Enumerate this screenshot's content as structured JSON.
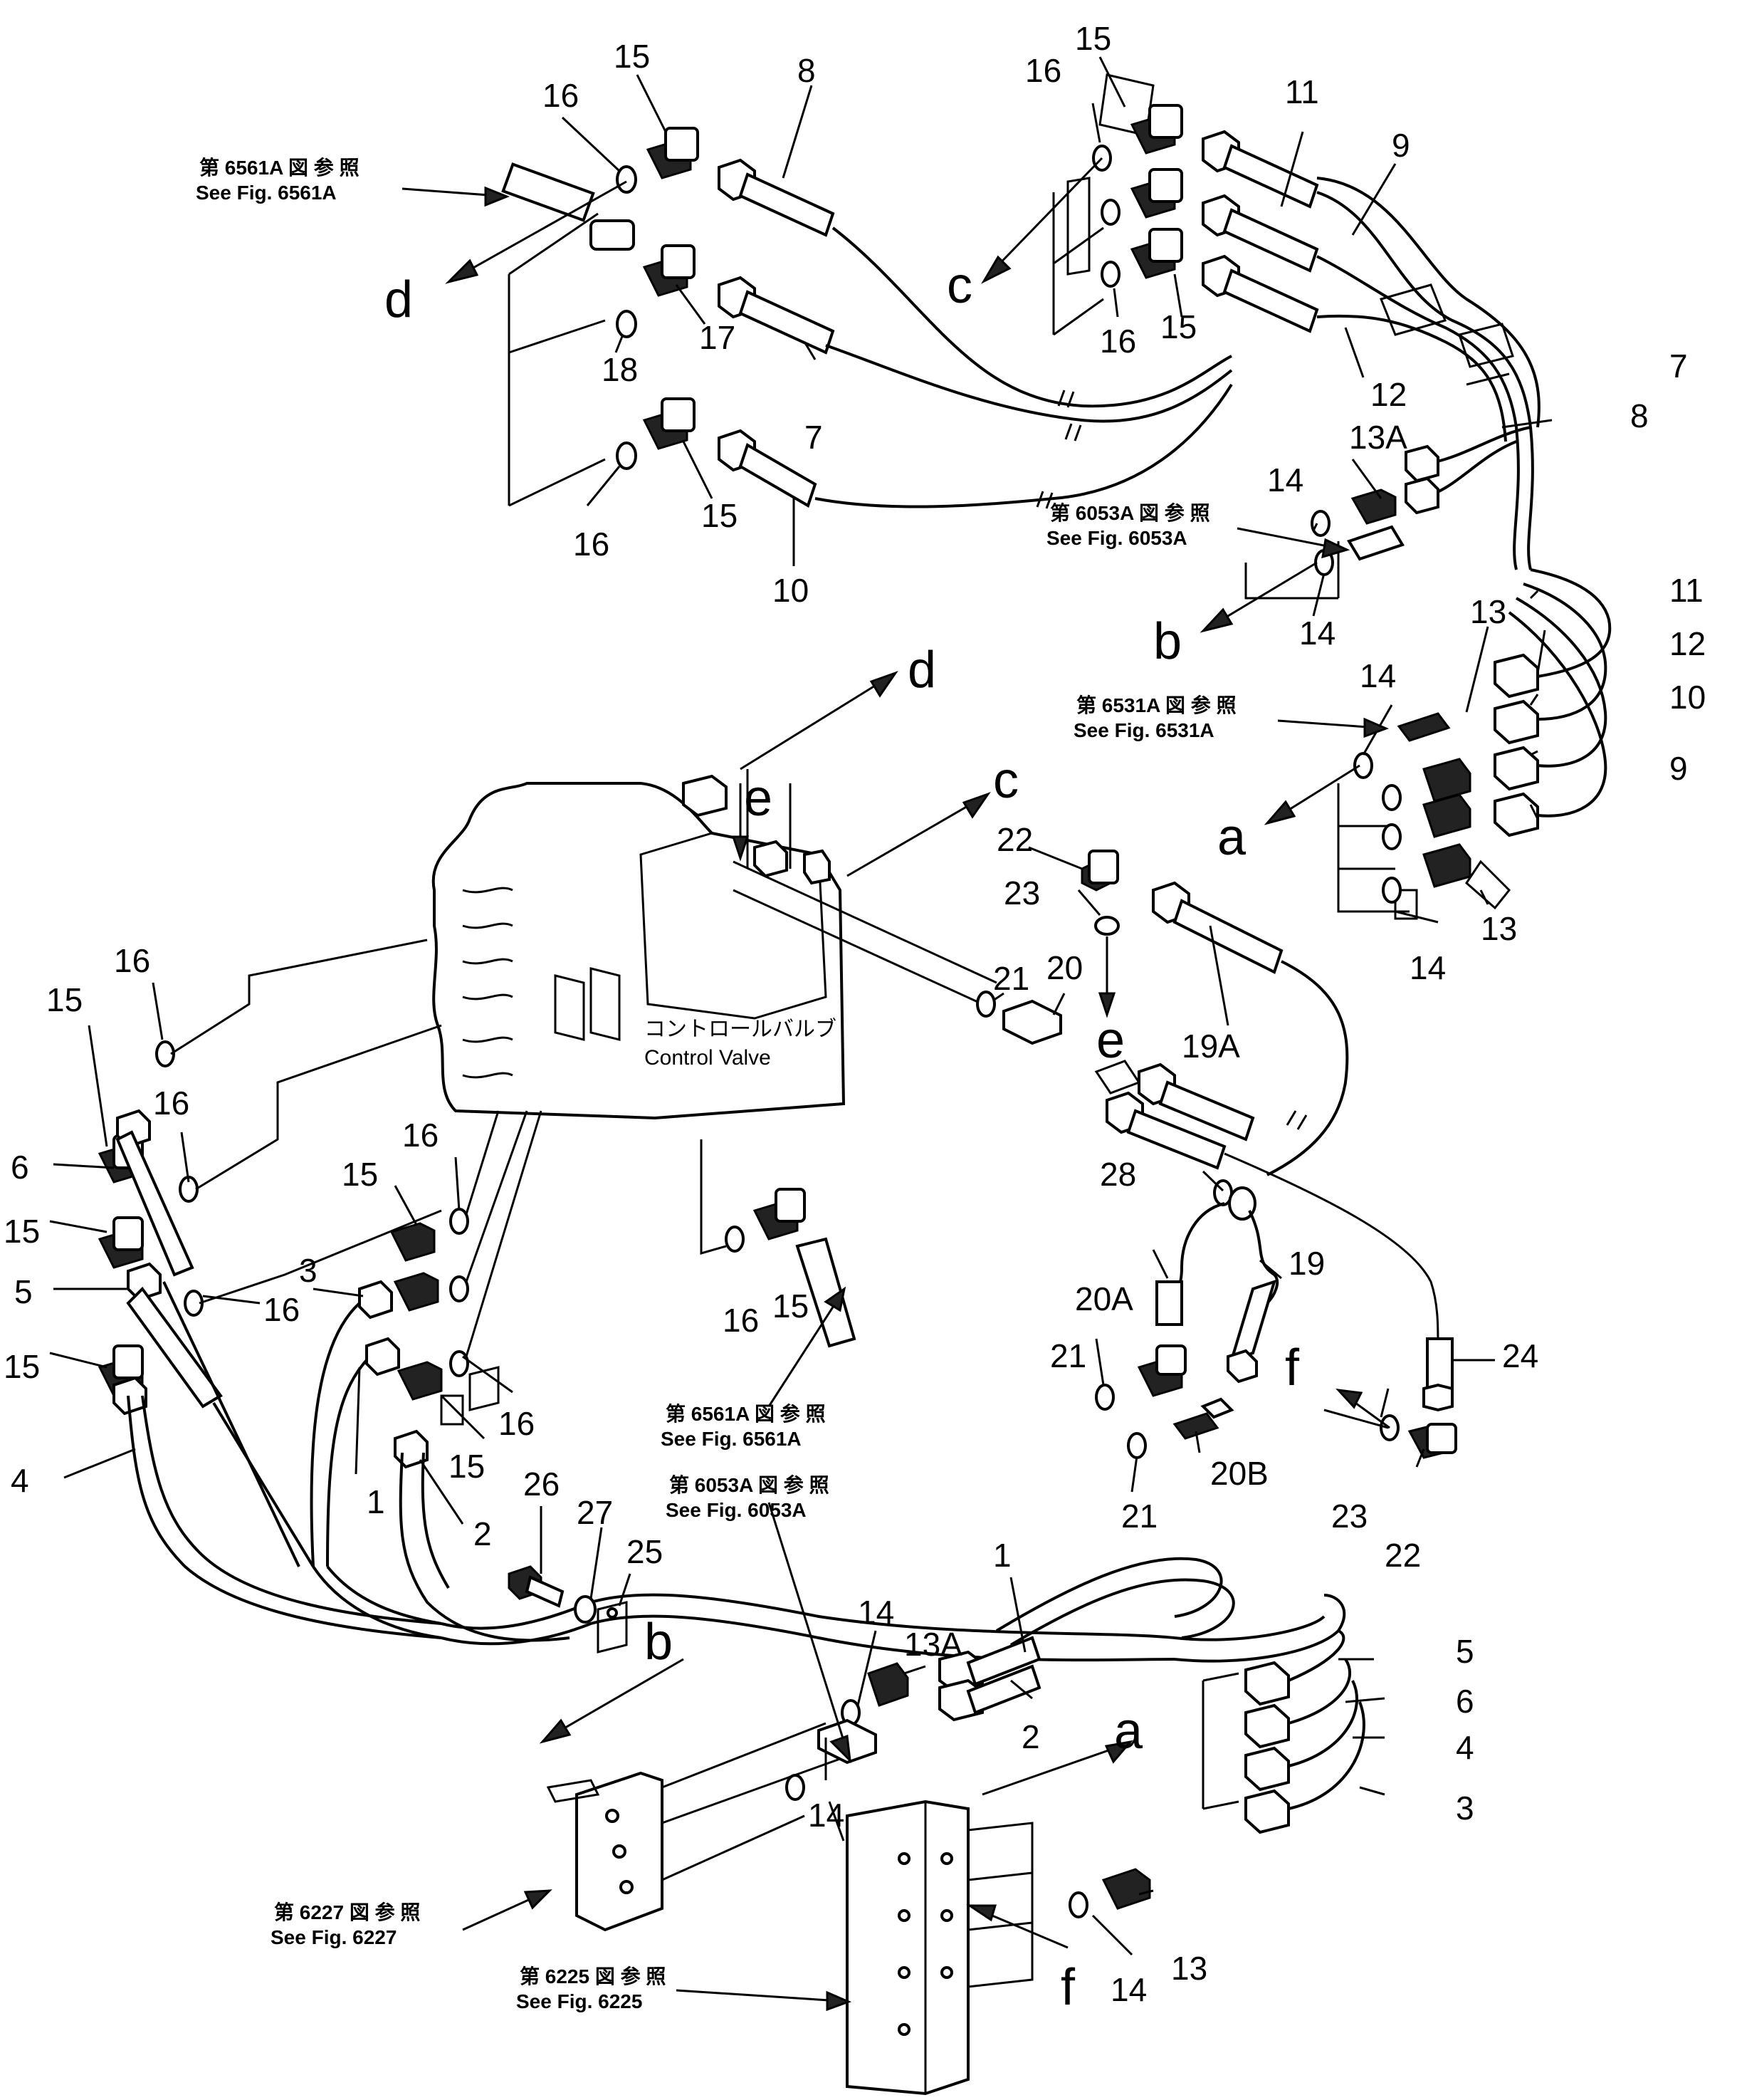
{
  "callouts": [
    {
      "t": "15"
    },
    {
      "t": "16"
    },
    {
      "t": "8"
    },
    {
      "t": "17"
    },
    {
      "t": "18"
    },
    {
      "t": "7"
    },
    {
      "t": "16"
    },
    {
      "t": "15"
    },
    {
      "t": "10"
    },
    {
      "t": "15"
    },
    {
      "t": "16"
    },
    {
      "t": "11"
    },
    {
      "t": "9"
    },
    {
      "t": "16"
    },
    {
      "t": "15"
    },
    {
      "t": "12"
    },
    {
      "t": "7"
    },
    {
      "t": "8"
    },
    {
      "t": "13A"
    },
    {
      "t": "14"
    },
    {
      "t": "14"
    },
    {
      "t": "11"
    },
    {
      "t": "13"
    },
    {
      "t": "12"
    },
    {
      "t": "14"
    },
    {
      "t": "10"
    },
    {
      "t": "9"
    },
    {
      "t": "13"
    },
    {
      "t": "14"
    },
    {
      "t": "22"
    },
    {
      "t": "23"
    },
    {
      "t": "21"
    },
    {
      "t": "20"
    },
    {
      "t": "19A"
    },
    {
      "t": "16"
    },
    {
      "t": "15"
    },
    {
      "t": "6"
    },
    {
      "t": "16"
    },
    {
      "t": "15"
    },
    {
      "t": "5"
    },
    {
      "t": "16"
    },
    {
      "t": "15"
    },
    {
      "t": "4"
    },
    {
      "t": "3"
    },
    {
      "t": "15"
    },
    {
      "t": "16"
    },
    {
      "t": "16"
    },
    {
      "t": "1"
    },
    {
      "t": "15"
    },
    {
      "t": "2"
    },
    {
      "t": "16"
    },
    {
      "t": "15"
    },
    {
      "t": "28"
    },
    {
      "t": "19"
    },
    {
      "t": "20A"
    },
    {
      "t": "21"
    },
    {
      "t": "20B"
    },
    {
      "t": "21"
    },
    {
      "t": "24"
    },
    {
      "t": "23"
    },
    {
      "t": "22"
    },
    {
      "t": "26"
    },
    {
      "t": "27"
    },
    {
      "t": "25"
    },
    {
      "t": "1"
    },
    {
      "t": "14"
    },
    {
      "t": "13A"
    },
    {
      "t": "2"
    },
    {
      "t": "14"
    },
    {
      "t": "5"
    },
    {
      "t": "6"
    },
    {
      "t": "4"
    },
    {
      "t": "3"
    },
    {
      "t": "14"
    },
    {
      "t": "13"
    }
  ],
  "letters": [
    {
      "t": "d"
    },
    {
      "t": "c"
    },
    {
      "t": "b"
    },
    {
      "t": "a"
    },
    {
      "t": "d"
    },
    {
      "t": "c"
    },
    {
      "t": "e"
    },
    {
      "t": "e"
    },
    {
      "t": "f"
    },
    {
      "t": "b"
    },
    {
      "t": "a"
    },
    {
      "t": "f"
    }
  ],
  "references": [
    {
      "jp": "第 6561A 図 参 照",
      "en": "See Fig. 6561A"
    },
    {
      "jp": "第 6053A 図 参 照",
      "en": "See Fig. 6053A"
    },
    {
      "jp": "第 6531A 図 参 照",
      "en": "See Fig. 6531A"
    },
    {
      "jp": "第 6561A 図 参 照",
      "en": "See Fig. 6561A"
    },
    {
      "jp": "第 6053A 図 参 照",
      "en": "See Fig. 6053A"
    },
    {
      "jp": "第 6227 図 参 照",
      "en": "See Fig. 6227"
    },
    {
      "jp": "第 6225 図 参 照",
      "en": "See Fig. 6225"
    }
  ],
  "control_valve": {
    "jp": "コントロールバルブ",
    "en": "Control Valve"
  }
}
